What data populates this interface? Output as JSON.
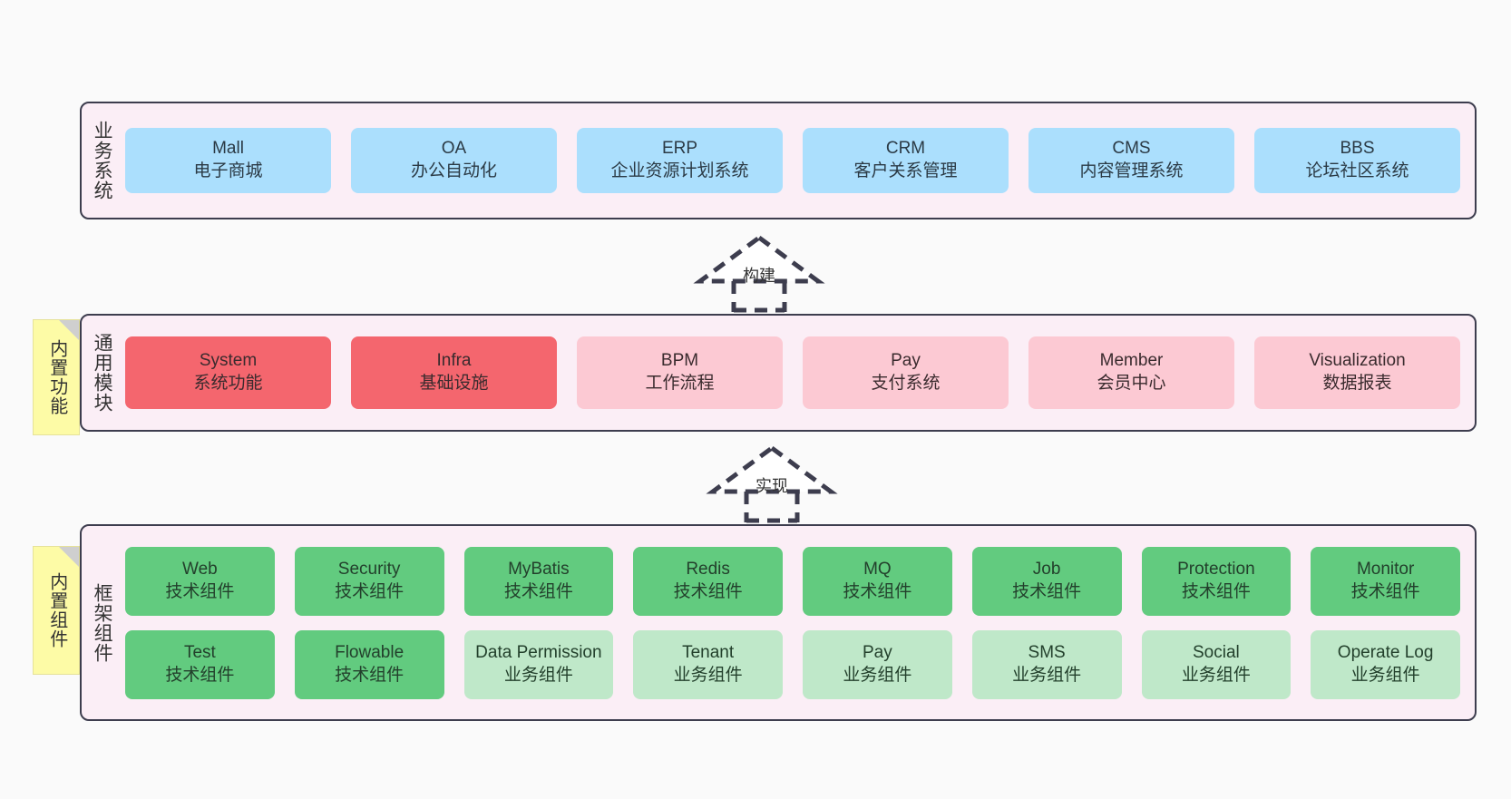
{
  "diagram": {
    "background_color": "#fafafa",
    "band_fill": "#fbeef6",
    "band_border": "#3d3d4e",
    "sticky_color": "#fdfba6",
    "colors": {
      "business": "#abdffd",
      "module_core": "#f4666e",
      "module_optional": "#fcc9d3",
      "tech_component": "#62cb7f",
      "biz_component": "#bfe8c9"
    }
  },
  "layers": {
    "business": {
      "label": "业务系统",
      "items": [
        {
          "name": "Mall",
          "desc": "电子商城"
        },
        {
          "name": "OA",
          "desc": "办公自动化"
        },
        {
          "name": "ERP",
          "desc": "企业资源计划系统"
        },
        {
          "name": "CRM",
          "desc": "客户关系管理"
        },
        {
          "name": "CMS",
          "desc": "内容管理系统"
        },
        {
          "name": "BBS",
          "desc": "论坛社区系统"
        }
      ]
    },
    "modules": {
      "label": "通用模块",
      "sticky": "内置功能",
      "items": [
        {
          "name": "System",
          "desc": "系统功能"
        },
        {
          "name": "Infra",
          "desc": "基础设施"
        },
        {
          "name": "BPM",
          "desc": "工作流程"
        },
        {
          "name": "Pay",
          "desc": "支付系统"
        },
        {
          "name": "Member",
          "desc": "会员中心"
        },
        {
          "name": "Visualization",
          "desc": "数据报表"
        }
      ]
    },
    "framework": {
      "label": "框架组件",
      "sticky": "内置组件",
      "row1": [
        {
          "name": "Web",
          "desc": "技术组件"
        },
        {
          "name": "Security",
          "desc": "技术组件"
        },
        {
          "name": "MyBatis",
          "desc": "技术组件"
        },
        {
          "name": "Redis",
          "desc": "技术组件"
        },
        {
          "name": "MQ",
          "desc": "技术组件"
        },
        {
          "name": "Job",
          "desc": "技术组件"
        },
        {
          "name": "Protection",
          "desc": "技术组件"
        },
        {
          "name": "Monitor",
          "desc": "技术组件"
        }
      ],
      "row2": [
        {
          "name": "Test",
          "desc": "技术组件"
        },
        {
          "name": "Flowable",
          "desc": "技术组件"
        },
        {
          "name": "Data Permission",
          "desc": "业务组件"
        },
        {
          "name": "Tenant",
          "desc": "业务组件"
        },
        {
          "name": "Pay",
          "desc": "业务组件"
        },
        {
          "name": "SMS",
          "desc": "业务组件"
        },
        {
          "name": "Social",
          "desc": "业务组件"
        },
        {
          "name": "Operate Log",
          "desc": "业务组件"
        }
      ]
    }
  },
  "connectors": {
    "build": "构建",
    "realize": "实现"
  }
}
